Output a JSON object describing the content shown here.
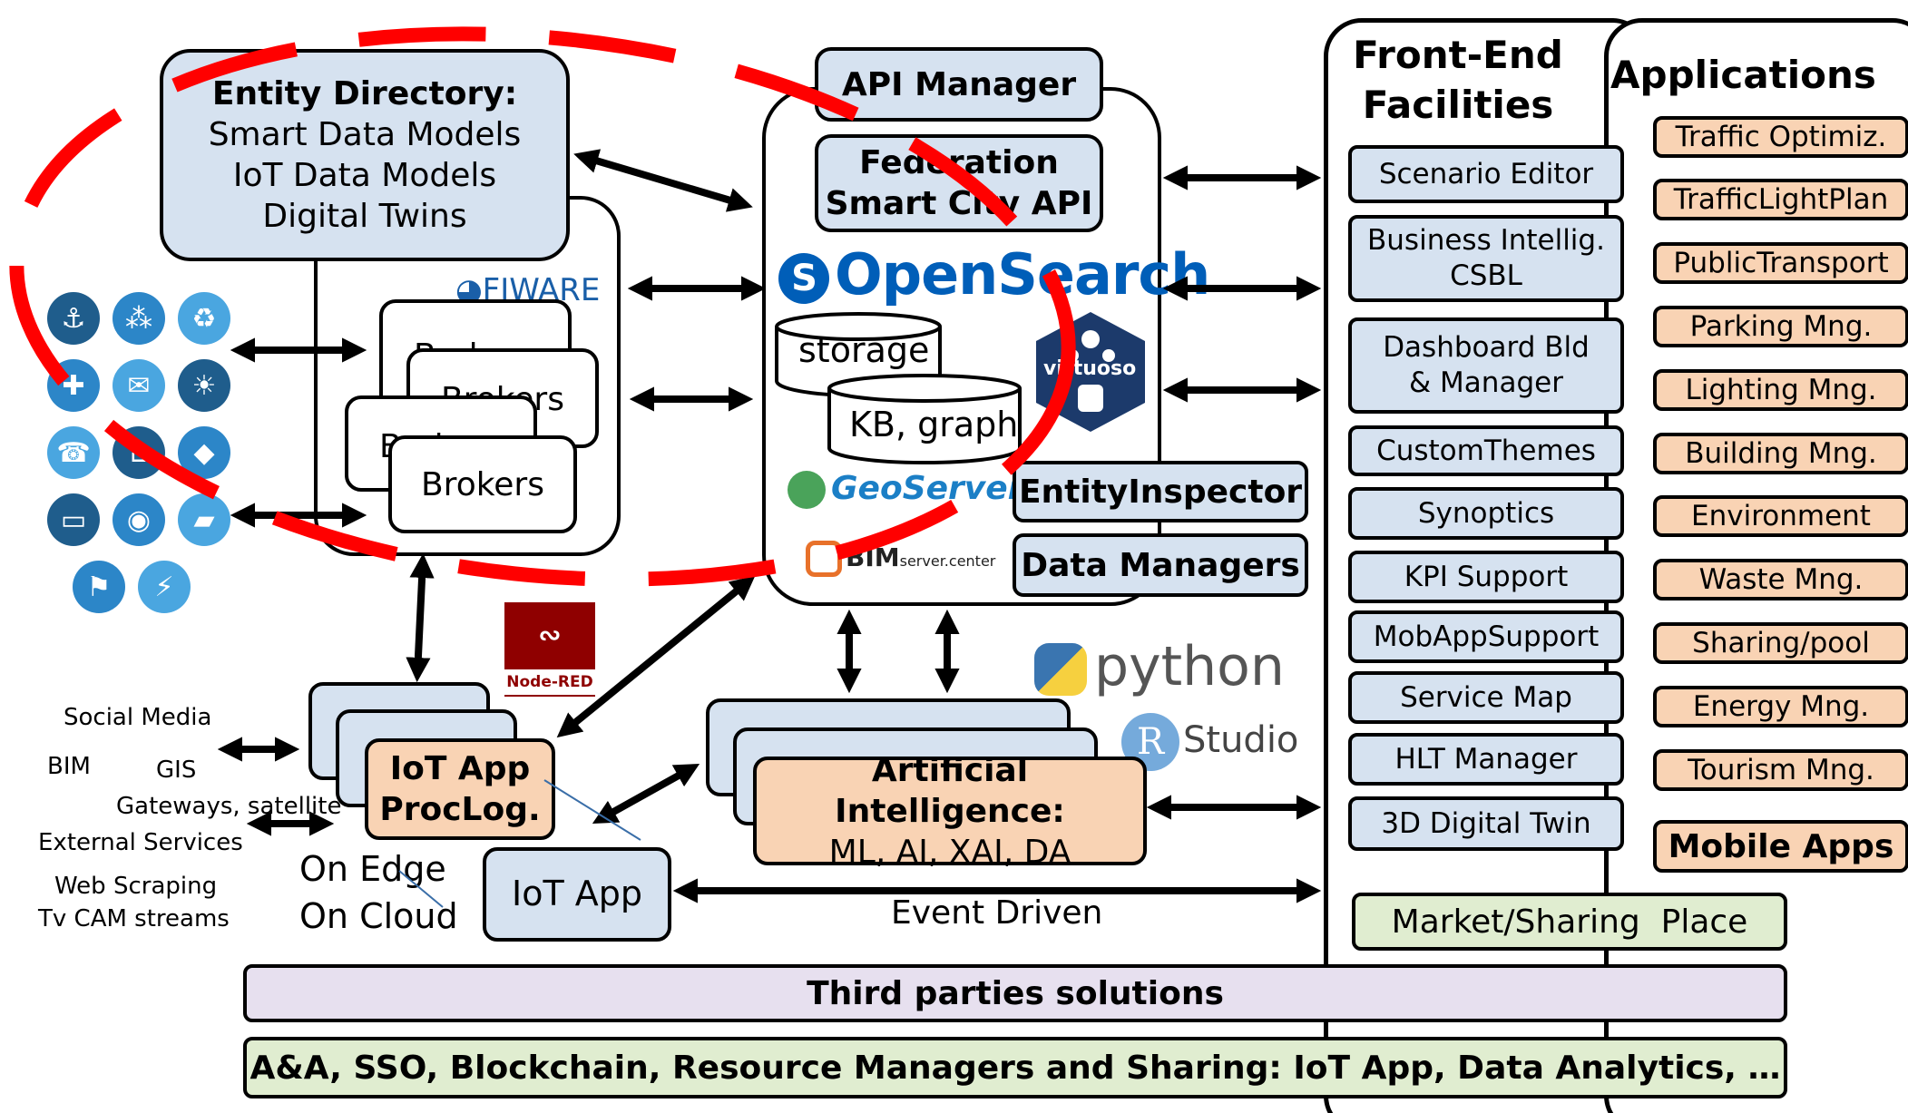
{
  "entity_directory": {
    "title": "Entity Directory:",
    "line1": "Smart Data Models",
    "line2": "IoT Data Models",
    "line3": "Digital Twins"
  },
  "fiware_logo": "FIWARE",
  "brokers": {
    "back_label": "Brokers",
    "mid_label": "Brokers",
    "third_label": "Brokers",
    "front_label": "Brokers"
  },
  "api_manager": "API Manager",
  "federation": {
    "line1": "Federation",
    "line2": "Smart City API"
  },
  "opensearch_logo": "OpenSearch",
  "storage": "storage",
  "kb_graph": "KB, graph",
  "virtuoso_logo": "virtuoso",
  "geoserver_logo": "GeoServer",
  "bimserver_logo": {
    "main": "BIM",
    "sub": "server.center"
  },
  "entity_inspector": "EntityInspector",
  "data_managers": "Data Managers",
  "node_red_logo": "Node-RED",
  "python_logo": "python",
  "rstudio_logo": {
    "r": "R",
    "text": "Studio"
  },
  "iot_app_proclog": {
    "line1": "IoT App",
    "line2": "ProcLog."
  },
  "iot_app": "IoT App",
  "on_edge": "On Edge",
  "on_cloud": "On Cloud",
  "artificial_intelligence": {
    "line1": "Artificial Intelligence:",
    "line2": "ML, AI, XAI, DA"
  },
  "event_driven": "Event Driven",
  "sources": {
    "social_media": "Social Media",
    "bim": "BIM",
    "gis": "GIS",
    "gateways": "Gateways, satellite",
    "external_services": "External Services",
    "web_scraping": "Web Scraping",
    "tv_cam": "Tv CAM streams"
  },
  "front_end": {
    "title_line1": "Front-End",
    "title_line2": "Facilities",
    "items": [
      {
        "label": "Scenario Editor"
      },
      {
        "label": "Business Intellig.",
        "label2": "CSBL"
      },
      {
        "label": "Dashboard Bld",
        "label2": "& Manager"
      },
      {
        "label": "CustomThemes"
      },
      {
        "label": "Synoptics"
      },
      {
        "label": "KPI Support"
      },
      {
        "label": "MobAppSupport"
      },
      {
        "label": "Service Map"
      },
      {
        "label": "HLT Manager"
      },
      {
        "label": "3D Digital Twin"
      }
    ]
  },
  "applications": {
    "title": "Applications",
    "items": [
      "Traffic Optimiz.",
      "TrafficLightPlan",
      "PublicTransport",
      "Parking Mng.",
      "Lighting Mng.",
      "Building Mng.",
      "Environment",
      "Waste Mng.",
      "Sharing/pool",
      "Energy Mng.",
      "Tourism Mng."
    ],
    "mobile_apps": "Mobile Apps"
  },
  "market_place": "Market/Sharing  Place",
  "third_parties": "Third parties solutions",
  "bottom_bar": "A&A, SSO, Blockchain, Resource Managers and Sharing: IoT App, Data Analytics, …",
  "icon_grid": [
    "tap-icon",
    "share-nodes-icon",
    "recycle-icon",
    "medical-icon",
    "chat-icon",
    "bulb-icon",
    "phone-icon",
    "smart-home-icon",
    "shield-icon",
    "laptop-icon",
    "camera-icon",
    "car-icon",
    "education-icon",
    "energy-icon"
  ],
  "colors": {
    "box_blue": "#d6e2f0",
    "box_peach": "#f9d3b4",
    "box_green": "#e0edd0",
    "box_lavender": "#e7e0ef",
    "dashed_ellipse": "#ff0000",
    "opensearch_blue": "#005eb8",
    "node_red": "#8f0000"
  }
}
